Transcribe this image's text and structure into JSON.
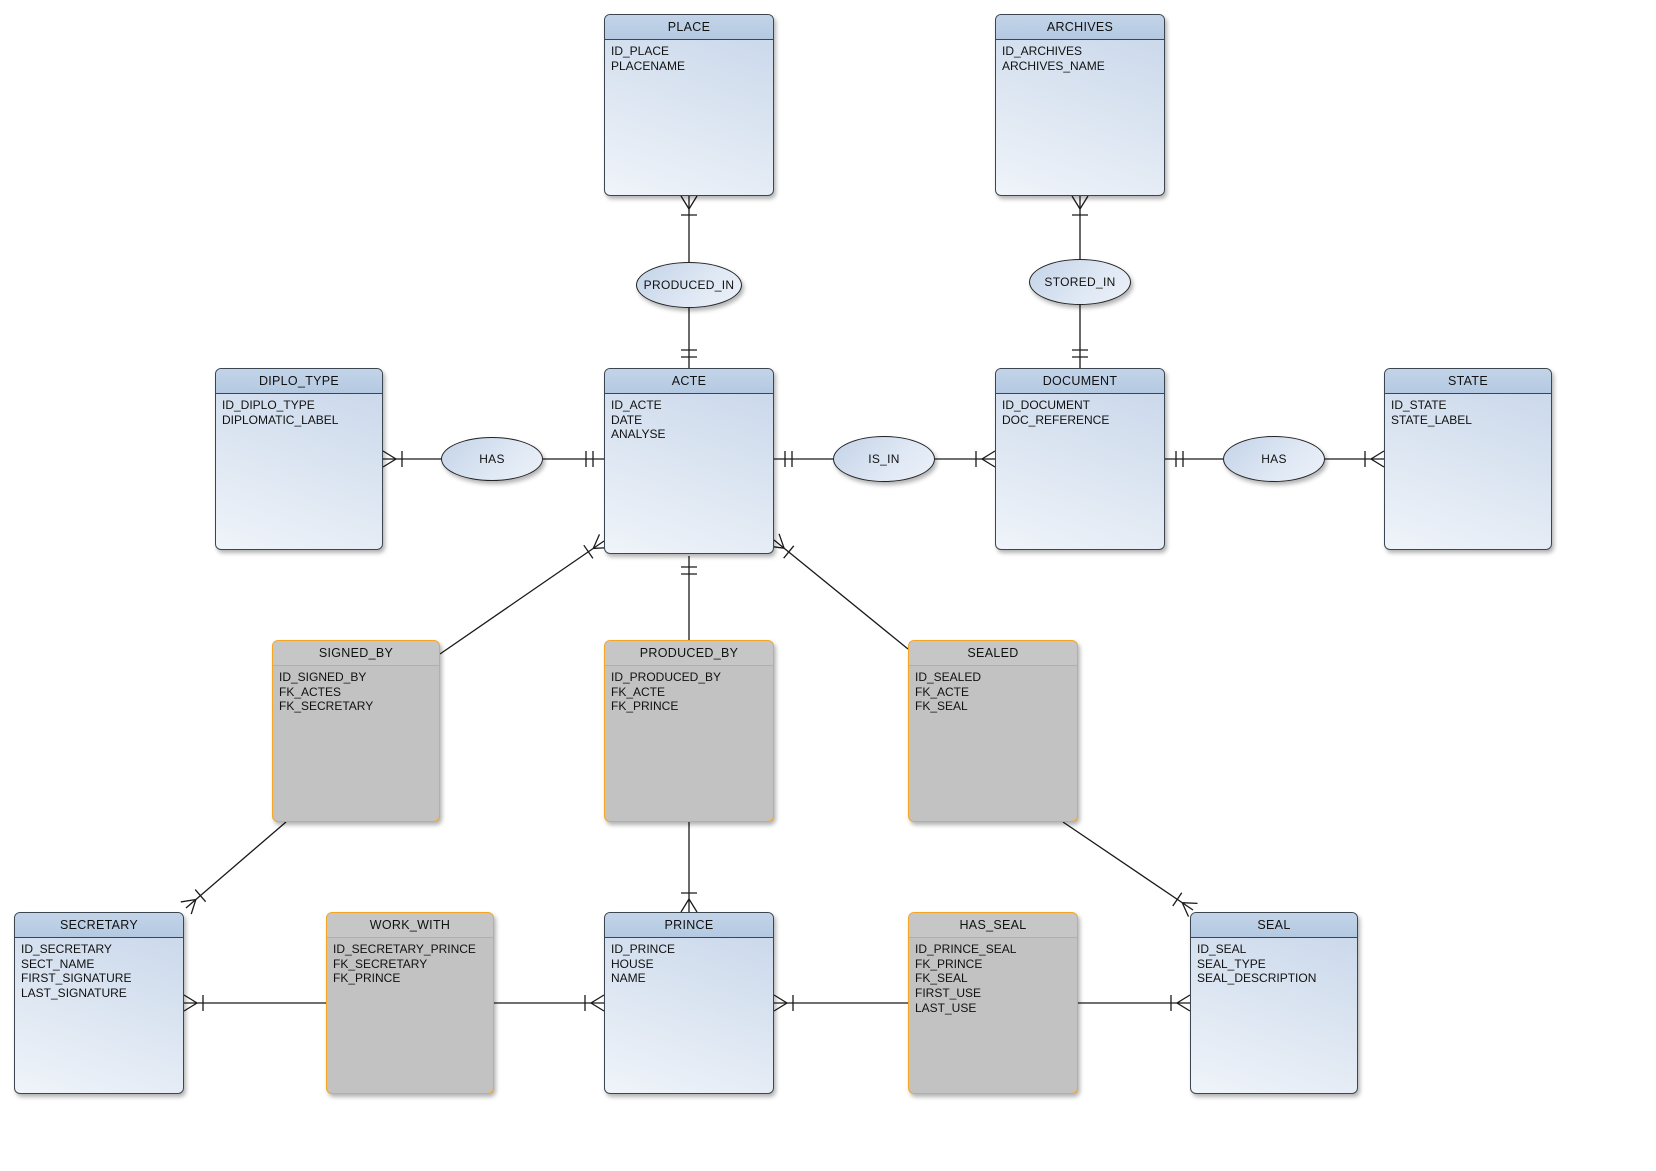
{
  "diagram_type": "entity-relationship-diagram",
  "entities": {
    "place": {
      "title": "PLACE",
      "kind": "entity",
      "fields": [
        "ID_PLACE",
        "PLACENAME"
      ]
    },
    "archives": {
      "title": "ARCHIVES",
      "kind": "entity",
      "fields": [
        "ID_ARCHIVES",
        "ARCHIVES_NAME"
      ]
    },
    "diplo_type": {
      "title": "DIPLO_TYPE",
      "kind": "entity",
      "fields": [
        "ID_DIPLO_TYPE",
        "DIPLOMATIC_LABEL"
      ]
    },
    "acte": {
      "title": "ACTE",
      "kind": "entity",
      "fields": [
        "ID_ACTE",
        "DATE",
        "ANALYSE"
      ]
    },
    "document": {
      "title": "DOCUMENT",
      "kind": "entity",
      "fields": [
        "ID_DOCUMENT",
        "DOC_REFERENCE"
      ]
    },
    "state": {
      "title": "STATE",
      "kind": "entity",
      "fields": [
        "ID_STATE",
        "STATE_LABEL"
      ]
    },
    "signed_by": {
      "title": "SIGNED_BY",
      "kind": "association",
      "fields": [
        "ID_SIGNED_BY",
        "FK_ACTES",
        "FK_SECRETARY"
      ]
    },
    "produced_by": {
      "title": "PRODUCED_BY",
      "kind": "association",
      "fields": [
        "ID_PRODUCED_BY",
        "FK_ACTE",
        "FK_PRINCE"
      ]
    },
    "sealed": {
      "title": "SEALED",
      "kind": "association",
      "fields": [
        "ID_SEALED",
        "FK_ACTE",
        "FK_SEAL"
      ]
    },
    "secretary": {
      "title": "SECRETARY",
      "kind": "entity",
      "fields": [
        "ID_SECRETARY",
        "SECT_NAME",
        "FIRST_SIGNATURE",
        "LAST_SIGNATURE"
      ]
    },
    "work_with": {
      "title": "WORK_WITH",
      "kind": "association",
      "fields": [
        "ID_SECRETARY_PRINCE",
        "FK_SECRETARY",
        "FK_PRINCE"
      ]
    },
    "prince": {
      "title": "PRINCE",
      "kind": "entity",
      "fields": [
        "ID_PRINCE",
        "HOUSE",
        "NAME"
      ]
    },
    "has_seal": {
      "title": "HAS_SEAL",
      "kind": "association",
      "fields": [
        "ID_PRINCE_SEAL",
        "FK_PRINCE",
        "FK_SEAL",
        "FIRST_USE",
        "LAST_USE"
      ]
    },
    "seal": {
      "title": "SEAL",
      "kind": "entity",
      "fields": [
        "ID_SEAL",
        "SEAL_TYPE",
        "SEAL_DESCRIPTION"
      ]
    }
  },
  "relationships": {
    "produced_in": "PRODUCED_IN",
    "stored_in": "STORED_IN",
    "has_left": "HAS",
    "is_in": "IS_IN",
    "has_right": "HAS"
  },
  "connectors": [
    {
      "from": "PLACE",
      "via": "PRODUCED_IN",
      "to": "ACTE",
      "from_end": "crow_foot_tick",
      "to_end": "double_tick"
    },
    {
      "from": "ARCHIVES",
      "via": "STORED_IN",
      "to": "DOCUMENT",
      "from_end": "crow_foot_tick",
      "to_end": "double_tick"
    },
    {
      "from": "DIPLO_TYPE",
      "via": "HAS",
      "to": "ACTE",
      "from_end": "crow_foot_tick",
      "to_end": "double_tick"
    },
    {
      "from": "ACTE",
      "via": "IS_IN",
      "to": "DOCUMENT",
      "from_end": "double_tick",
      "to_end": "crow_foot_tick"
    },
    {
      "from": "DOCUMENT",
      "via": "HAS",
      "to": "STATE",
      "from_end": "double_tick",
      "to_end": "crow_foot_tick"
    },
    {
      "from": "ACTE",
      "to": "SIGNED_BY",
      "from_end": "crow_foot_tick",
      "to_end": "none"
    },
    {
      "from": "ACTE",
      "to": "PRODUCED_BY",
      "from_end": "double_tick",
      "to_end": "none"
    },
    {
      "from": "ACTE",
      "to": "SEALED",
      "from_end": "crow_foot_tick",
      "to_end": "none"
    },
    {
      "from": "SIGNED_BY",
      "to": "SECRETARY",
      "from_end": "none",
      "to_end": "crow_foot_tick"
    },
    {
      "from": "PRODUCED_BY",
      "to": "PRINCE",
      "from_end": "none",
      "to_end": "crow_foot_tick"
    },
    {
      "from": "SEALED",
      "to": "SEAL",
      "from_end": "none",
      "to_end": "crow_foot_tick"
    },
    {
      "from": "WORK_WITH",
      "to": "SECRETARY",
      "from_end": "none",
      "to_end": "crow_foot_tick"
    },
    {
      "from": "WORK_WITH",
      "to": "PRINCE",
      "from_end": "none",
      "to_end": "crow_foot_tick"
    },
    {
      "from": "HAS_SEAL",
      "to": "PRINCE",
      "from_end": "none",
      "to_end": "crow_foot_tick"
    },
    {
      "from": "HAS_SEAL",
      "to": "SEAL",
      "from_end": "none",
      "to_end": "crow_foot_tick"
    }
  ],
  "colors": {
    "entity_fill_light": "#f0f4fa",
    "entity_fill_dark": "#c7d6ea",
    "entity_header": "#bccfe6",
    "entity_border": "#3c4650",
    "association_fill": "#c2c2c2",
    "association_border": "#f5a623",
    "connector": "#1a1a1a",
    "background": "#ffffff"
  }
}
